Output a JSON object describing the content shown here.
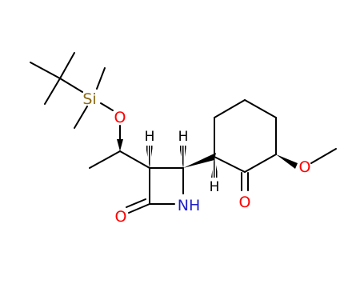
{
  "molecule": {
    "atoms": {
      "silicon": "Si",
      "silyl_oxygen": "O",
      "lactam_carbonyl_oxygen": "O",
      "lactam_nitrogen": "NH",
      "ketone_oxygen": "O",
      "methoxy_oxygen": "O",
      "h_c3": "H",
      "h_c4": "H",
      "h_ring": "H"
    },
    "colors": {
      "bond": "#000000",
      "silicon": "#8b6914",
      "oxygen": "#ff0000",
      "nitrogen": "#1e1ec8"
    }
  }
}
